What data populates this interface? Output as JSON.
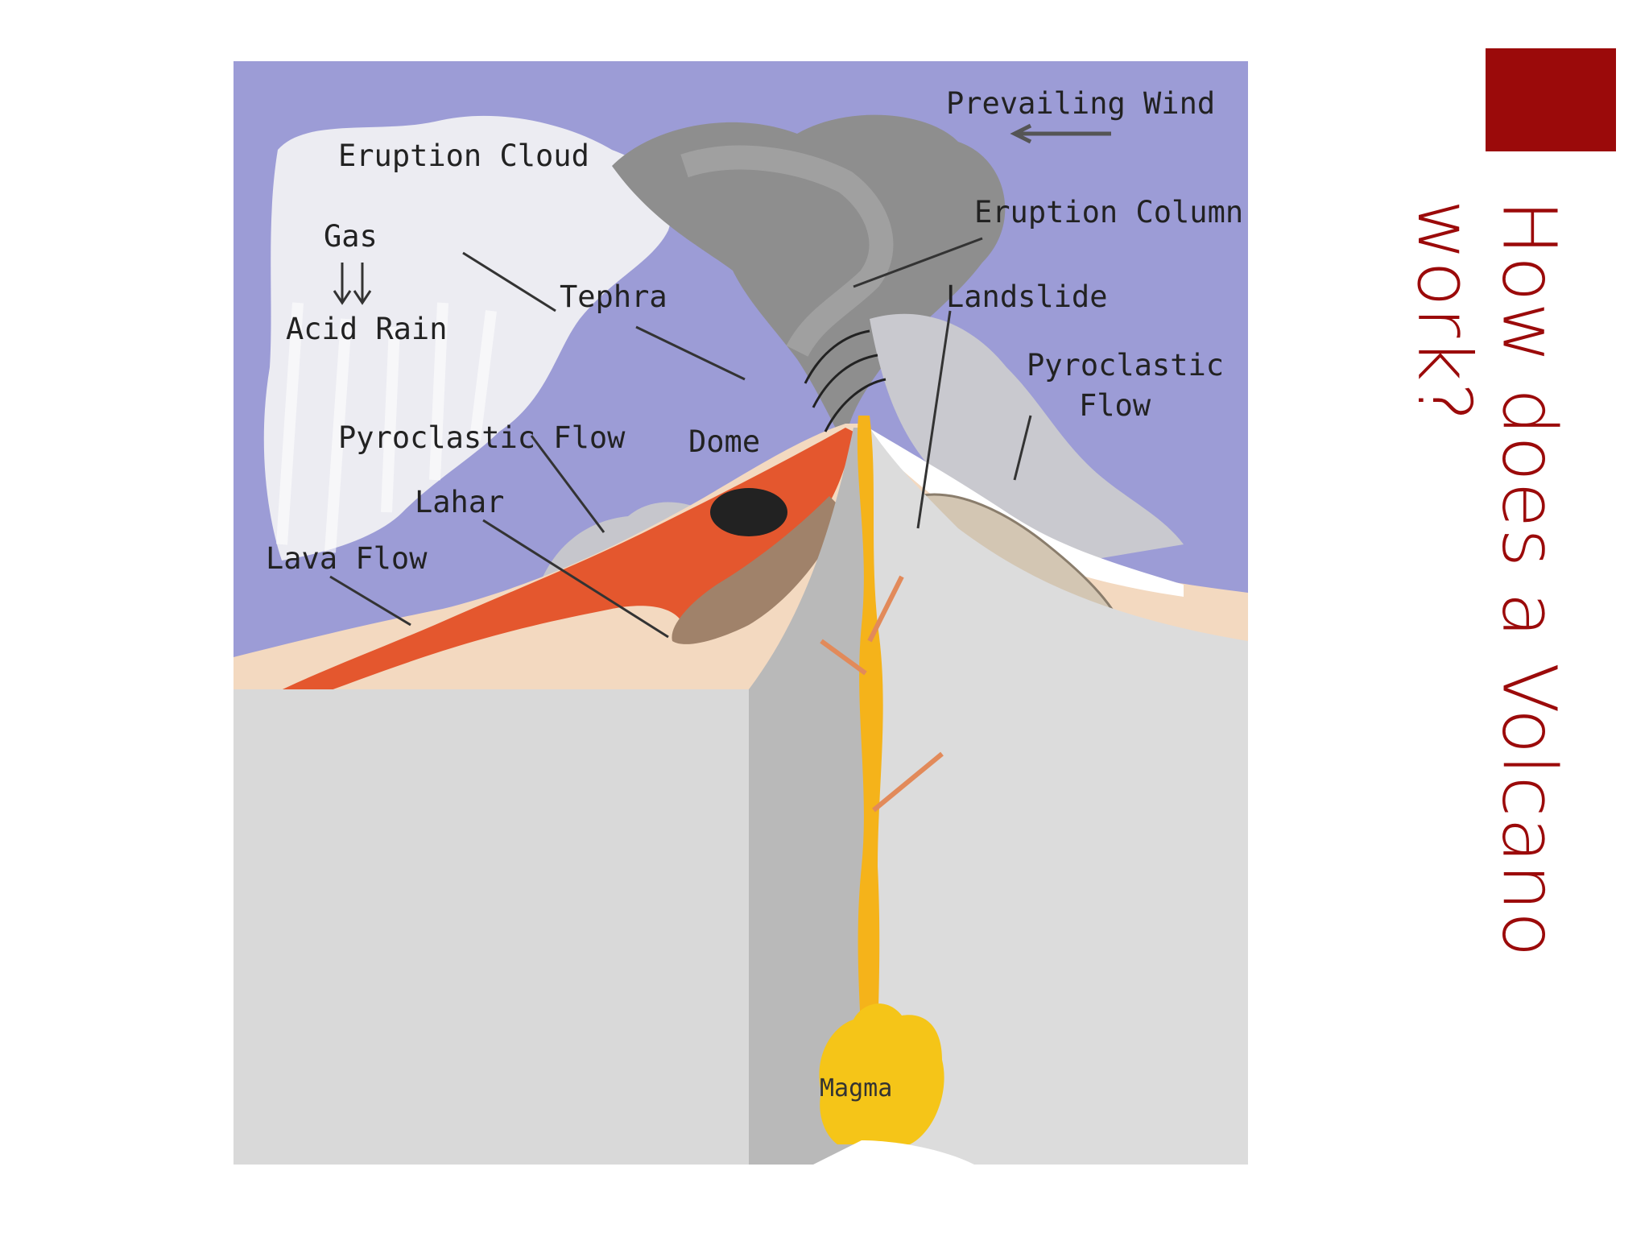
{
  "slide": {
    "title": "How does a Volcano\nwork?",
    "accent_color": "#9b0a0a",
    "title_color": "#9b0a0a"
  },
  "diagram": {
    "labels": {
      "prevailing_wind": "Prevailing Wind",
      "eruption_cloud": "Eruption Cloud",
      "gas": "Gas",
      "acid_rain": "Acid Rain",
      "tephra": "Tephra",
      "eruption_column": "Eruption Column",
      "landslide": "Landslide",
      "pyroclastic_flow_right_1": "Pyroclastic",
      "pyroclastic_flow_right_2": "Flow",
      "pyroclastic_flow_left": "Pyroclastic Flow",
      "dome": "Dome",
      "lahar": "Lahar",
      "lava_flow": "Lava Flow",
      "magma": "Magma"
    },
    "colors": {
      "sky": "#9c9cd6",
      "ground_block": "#d9d9d9",
      "ground_shadow": "#b9b9b9",
      "surface": "#f3d9c0",
      "lava": "#e4572e",
      "magma": "#f5b31a",
      "cloud": "#e9e9ee",
      "column": "#8c8c8c"
    }
  }
}
